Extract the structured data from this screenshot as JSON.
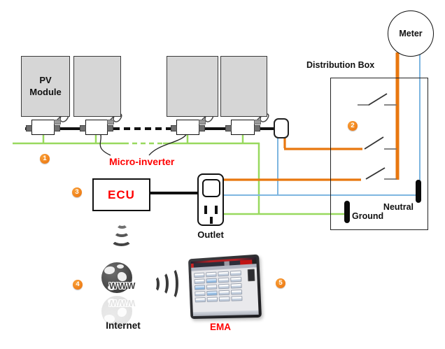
{
  "diagram": {
    "title_hint": "PV micro-inverter system overview",
    "labels": {
      "pv_module": "PV Module",
      "micro_inverter": "Micro-inverter",
      "ecu": "ECU",
      "outlet": "Outlet",
      "meter": "Meter",
      "distribution_box": "Distribution Box",
      "neutral": "Neutral",
      "ground": "Ground",
      "internet": "Internet",
      "ema": "EMA",
      "www": "WWW"
    },
    "badges": [
      "1",
      "2",
      "3",
      "4",
      "5"
    ],
    "colors": {
      "ground_wire_green": "#98D95E",
      "ac_line_orange": "#E8770F",
      "neutral_wire_blue": "#7EB6E0",
      "badge_orange": "#F58220",
      "highlight_red": "#FF0000",
      "panel_gray": "#D6D6D6"
    }
  }
}
